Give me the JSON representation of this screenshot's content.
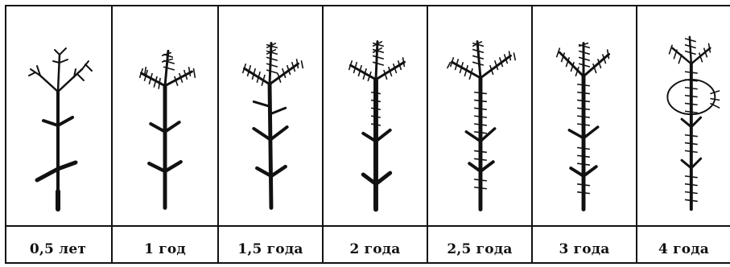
{
  "stages": [
    {
      "label": "0,5 лет"
    },
    {
      "label": "1 год"
    },
    {
      "label": "1,5 года"
    },
    {
      "label": "2 года"
    },
    {
      "label": "2,5 года"
    },
    {
      "label": "3 года"
    },
    {
      "label": "4 года"
    }
  ]
}
